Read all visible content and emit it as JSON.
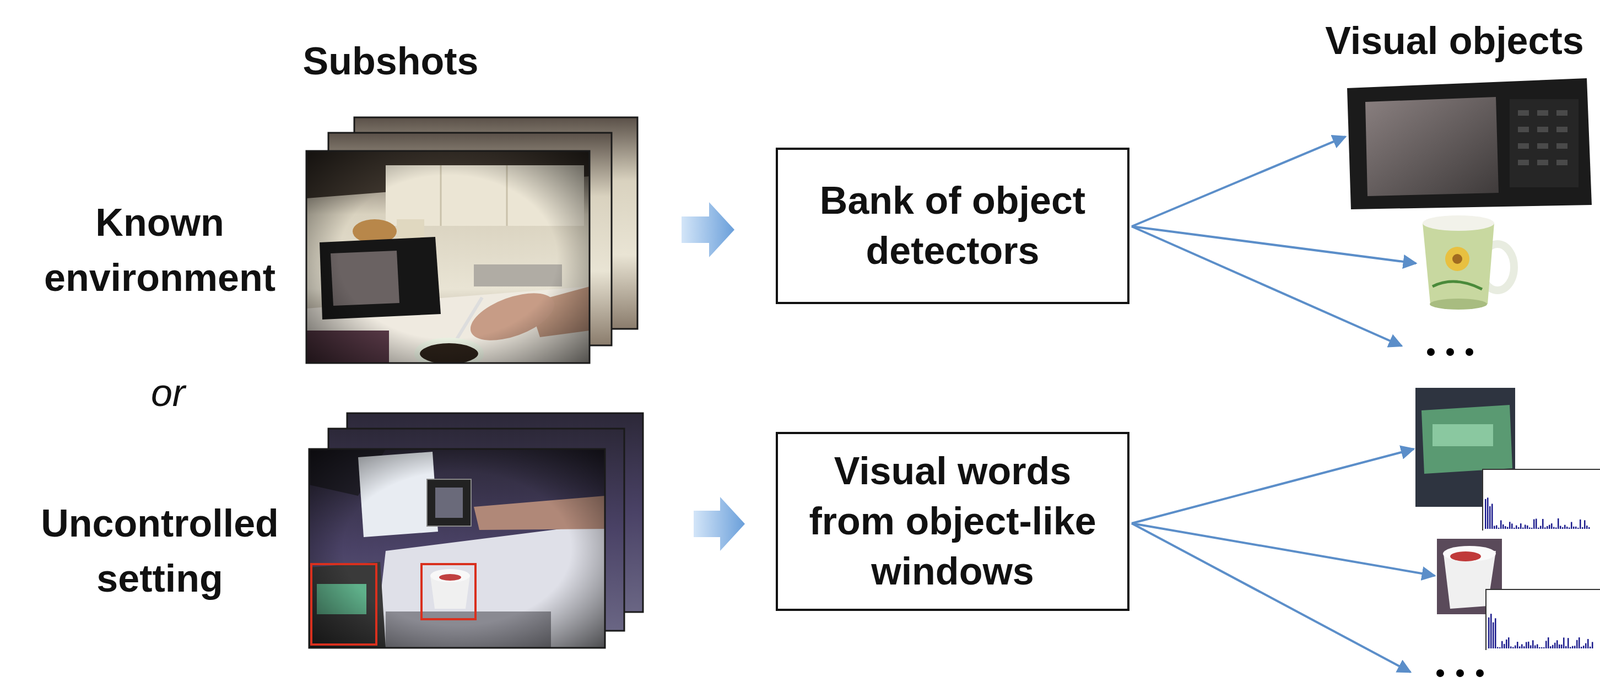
{
  "diagram": {
    "nodes": [
      {
        "text": [
          "Bank of object detectors"
        ]
      },
      {
        "text": [
          "Visual words from object-like windows"
        ]
      }
    ],
    "labels": [
      "Subshots",
      "Visual objects",
      "Known environment",
      "or",
      "Uncontrolled setting"
    ]
  }
}
